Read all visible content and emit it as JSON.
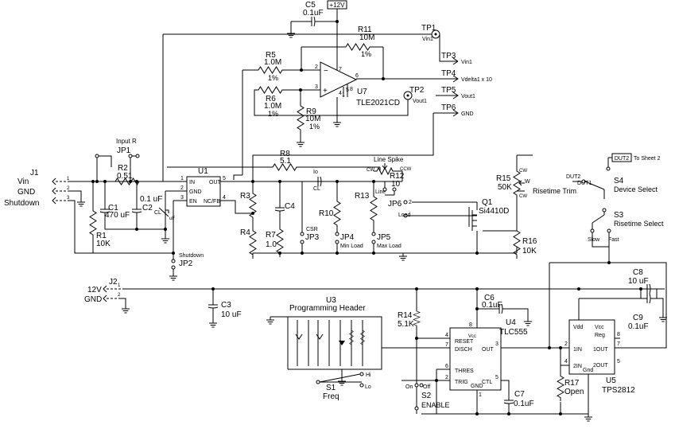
{
  "labels": {
    "c5_ref": "C5",
    "c5_val": "0.1uF",
    "v12_flag": "+12V",
    "r11_ref": "R11",
    "r11_val": "10M",
    "r11_tol": "1%",
    "tp1_ref": "TP1",
    "tp1_net": "Vin1",
    "tp3_ref": "TP3",
    "tp3_net": "Vin1",
    "tp4_ref": "TP4",
    "tp4_net": "Vdelta1 x 10",
    "tp2_ref": "TP2",
    "tp2_net": "Vout1",
    "tp5_ref": "TP5",
    "tp5_net": "Vout1",
    "tp6_ref": "TP6",
    "tp6_net": "GND",
    "r5_ref": "R5",
    "r5_val": "1.0M",
    "r5_tol": "1%",
    "r6_ref": "R6",
    "r6_val": "1.0M",
    "r6_tol": "1%",
    "r9_ref": "R9",
    "r9_val": "10M",
    "r9_tol": "1%",
    "u7_ref": "U7",
    "u7_val": "TLE2021CD",
    "u7_p2": "2",
    "u7_p3": "3",
    "u7_p6": "6",
    "u7_p7": "7",
    "u7_p4": "4",
    "u7_p1": "1",
    "u7_p5": "5",
    "u7_p8": "8",
    "inputr": "Input R",
    "jp1_ref": "JP1",
    "r2_ref": "R2",
    "r2_val": "0.51",
    "r8_ref": "R8",
    "r8_val": "5.1",
    "line_spike": "Line Spike",
    "cw": "CW",
    "ccw": "CCW",
    "r12_ref": "R12",
    "r12_val": "10",
    "line1": "Line",
    "j1_ref": "J1",
    "vin": "Vin",
    "gnd": "GND",
    "shutdown": "Shutdown",
    "j1_p1": "1",
    "j1_p2": "2",
    "j1_p3": "3",
    "u1_ref": "U1",
    "u1_in": "IN",
    "u1_gnd": "GND",
    "u1_en": "EN",
    "u1_out": "OUT",
    "u1_nc": "NC/FB",
    "u1_p1": "1",
    "u1_p2": "2",
    "u1_p3": "3",
    "u1_p4": "4",
    "u1_p5": "5",
    "c1_ref": "C1",
    "c1_val": "470 uF",
    "c2_ref": "C2",
    "c2_val": "0.1 uF",
    "cl_ref": "CL",
    "c_unit": "uF",
    "r1_ref": "R1",
    "r1_val": "10K",
    "shutdown2": "Shutdown",
    "jp2_ref": "JP2",
    "r3_ref": "R3",
    "r4_ref": "R4",
    "c4_ref": "C4",
    "io": "Io",
    "cl2": "CL",
    "r7_ref": "R7",
    "r7_val": "1.0",
    "csr": "CSR",
    "jp3_ref": "JP3",
    "r10_ref": "R10",
    "jp4_ref": "JP4",
    "min_load": "Min Load",
    "r13_ref": "R13",
    "jp5_ref": "JP5",
    "max_load": "Max Load",
    "jp6_ref": "JP6",
    "jp6_2": "2",
    "load": "Load",
    "q1_ref": "Q1",
    "q1_val": "Si4410D",
    "r15_ref": "R15",
    "r15_val": "50K",
    "w_pin": "W",
    "risetime_trim": "Risetime Trim",
    "r16_ref": "R16",
    "r16_val": "10K",
    "dut2_flag": "DUT2",
    "to_sheet": "To Sheet 2",
    "dut2": "DUT2",
    "dut1": "DUT1",
    "s4_ref": "S4",
    "s4_name": "Device Select",
    "s3_ref": "S3",
    "s3_name": "Risetime Select",
    "slow": "Slow",
    "fast": "Fast",
    "j2_ref": "J2",
    "v12": "12V",
    "gnd2": "GND",
    "j2_p1": "1",
    "j2_p2": "2",
    "c3_ref": "C3",
    "c3_val": "10 uF",
    "u3_ref": "U3",
    "u3_name": "Programming Header",
    "r14_ref": "R14",
    "r14_val": "5.1K",
    "c6_ref": "C6",
    "c6_val": "0.1uF",
    "u4_ref": "U4",
    "u4_val": "TLC555",
    "u4_vcc": "Vcc",
    "u4_reset": "RESET",
    "u4_disch": "DISCH",
    "u4_out": "OUT",
    "u4_thres": "THRES",
    "u4_trig": "TRIG",
    "u4_gnd": "GND",
    "u4_ctl": "CTL",
    "u4_p4": "4",
    "u4_p7": "7",
    "u4_p3": "3",
    "u4_p6": "6",
    "u4_p2": "2",
    "u4_p5": "5",
    "u4_p1": "1",
    "u4_p8": "8",
    "c7_ref": "C7",
    "c7_val": "0.1uF",
    "s1_ref": "S1",
    "s1_name": "Freq",
    "hi": "Hi",
    "lo": "Lo",
    "s2_ref": "S2",
    "s2_name": "ENABLE",
    "on": "On",
    "off": "Off",
    "c8_ref": "C8",
    "c8_val": "10 uF",
    "c9_ref": "C9",
    "c9_val": "0.1uF",
    "u5_ref": "U5",
    "u5_val": "TPS2812",
    "u5_vdd": "Vdd",
    "u5_vcc": "Vcc",
    "u5_reg": "Reg",
    "u5_1in": "1IN",
    "u5_1out": "1OUT",
    "u5_2in": "2IN",
    "u5_2out": "2OUT",
    "u5_gnd": "Gnd",
    "u5_p2": "2",
    "u5_p4": "4",
    "u5_p7": "7",
    "u5_p5": "5",
    "u5_p8": "8",
    "r17_ref": "R17",
    "r17_val": "Open"
  }
}
